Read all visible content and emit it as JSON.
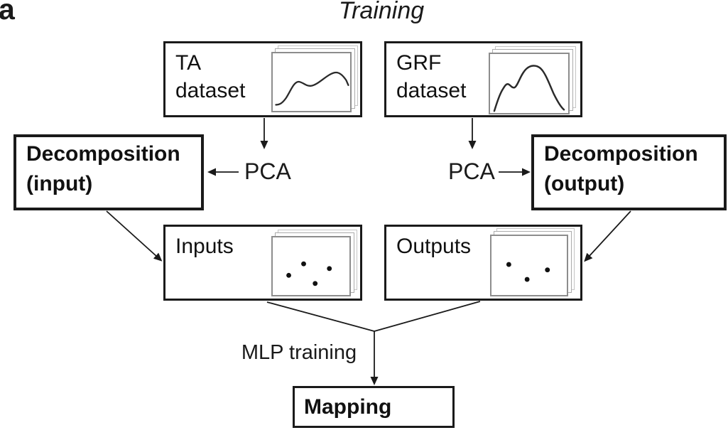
{
  "panel_label": "a",
  "title": "Training",
  "colors": {
    "ink": "#1a1a1a",
    "page_border_front": "#8d8d8d",
    "page_border_back": "#ababab",
    "background": "#ffffff"
  },
  "nodes": {
    "ta_dataset": {
      "line1": "TA",
      "line2": "dataset"
    },
    "grf_dataset": {
      "line1": "GRF",
      "line2": "dataset"
    },
    "decomposition_input": {
      "line1": "Decomposition",
      "line2": "(input)"
    },
    "decomposition_output": {
      "line1": "Decomposition",
      "line2": "(output)"
    },
    "inputs": {
      "label": "Inputs"
    },
    "outputs": {
      "label": "Outputs"
    },
    "mapping": {
      "label": "Mapping"
    }
  },
  "labels": {
    "pca": "PCA",
    "mlp_training": "MLP training"
  },
  "icons": {
    "ta_dataset": "line-chart-on-stacked-pages",
    "grf_dataset": "line-chart-on-stacked-pages",
    "inputs": "scatter-dots-on-stacked-pages",
    "outputs": "scatter-dots-on-stacked-pages"
  }
}
